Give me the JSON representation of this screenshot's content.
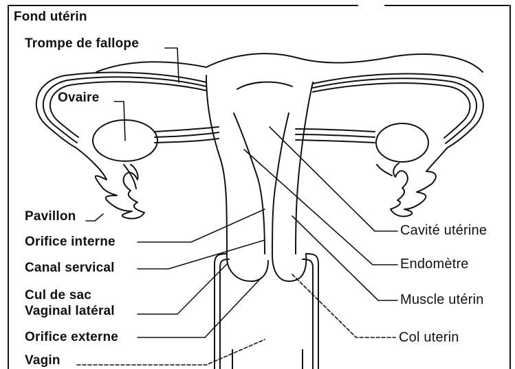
{
  "diagram": {
    "labels": {
      "fond_uterin": "Fond utérin",
      "trompe_de_fallope": "Trompe de fallope",
      "ovaire": "Ovaire",
      "pavillon": "Pavillon",
      "orifice_interne": "Orifice interne",
      "canal_servical": "Canal servical",
      "cul_de_sac_line1": "Cul de sac",
      "cul_de_sac_line2": "Vaginal latéral",
      "orifice_externe": "Orifice externe",
      "vagin": "Vagin",
      "cavite_uterine": "Cavité utérine",
      "endometre": "Endomètre",
      "muscle_uterin": "Muscle utérin",
      "col_uterin": "Col uterin"
    },
    "colors": {
      "ink": "#111111",
      "background": "#ffffff"
    }
  }
}
